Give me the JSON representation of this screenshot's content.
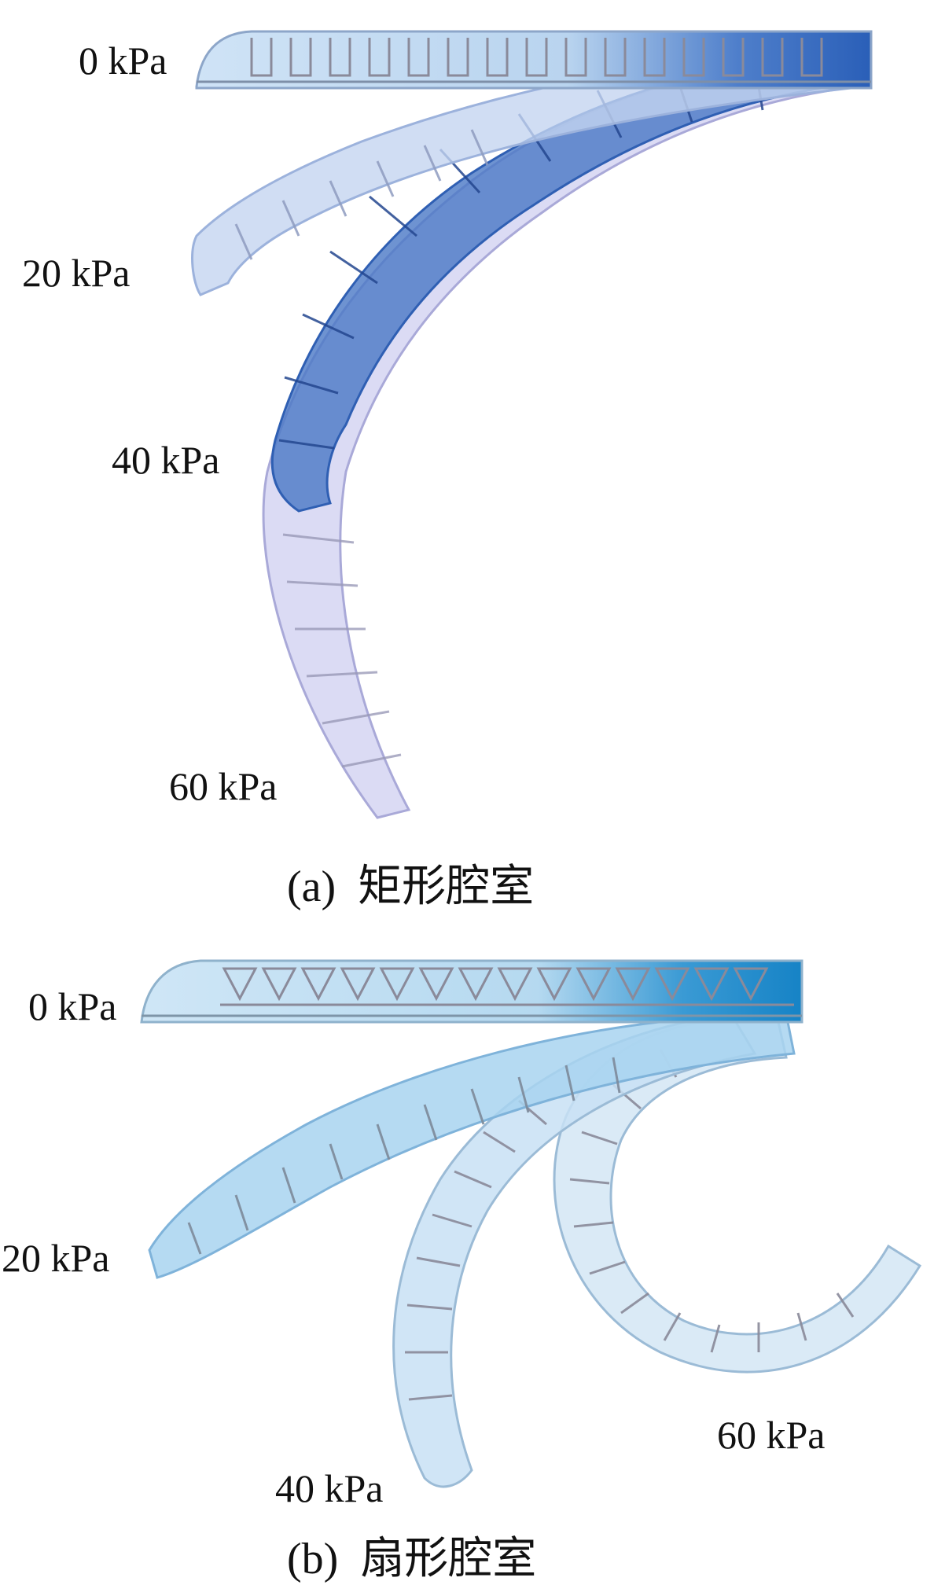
{
  "panel_a": {
    "labels": [
      "0 kPa",
      "20 kPa",
      "40 kPa",
      "60 kPa"
    ],
    "caption_letter": "(a)",
    "caption_text": "矩形腔室"
  },
  "panel_b": {
    "labels": [
      "0 kPa",
      "20 kPa",
      "40 kPa",
      "60 kPa"
    ],
    "caption_letter": "(b)",
    "caption_text": "扇形腔室"
  },
  "colors": {
    "light_blue": "#bcd9f2",
    "dark_blue": "#2f5fb3",
    "cyan": "#1a8fcf",
    "lavender": "#cfcff0",
    "groove": "#8a8a9a"
  }
}
